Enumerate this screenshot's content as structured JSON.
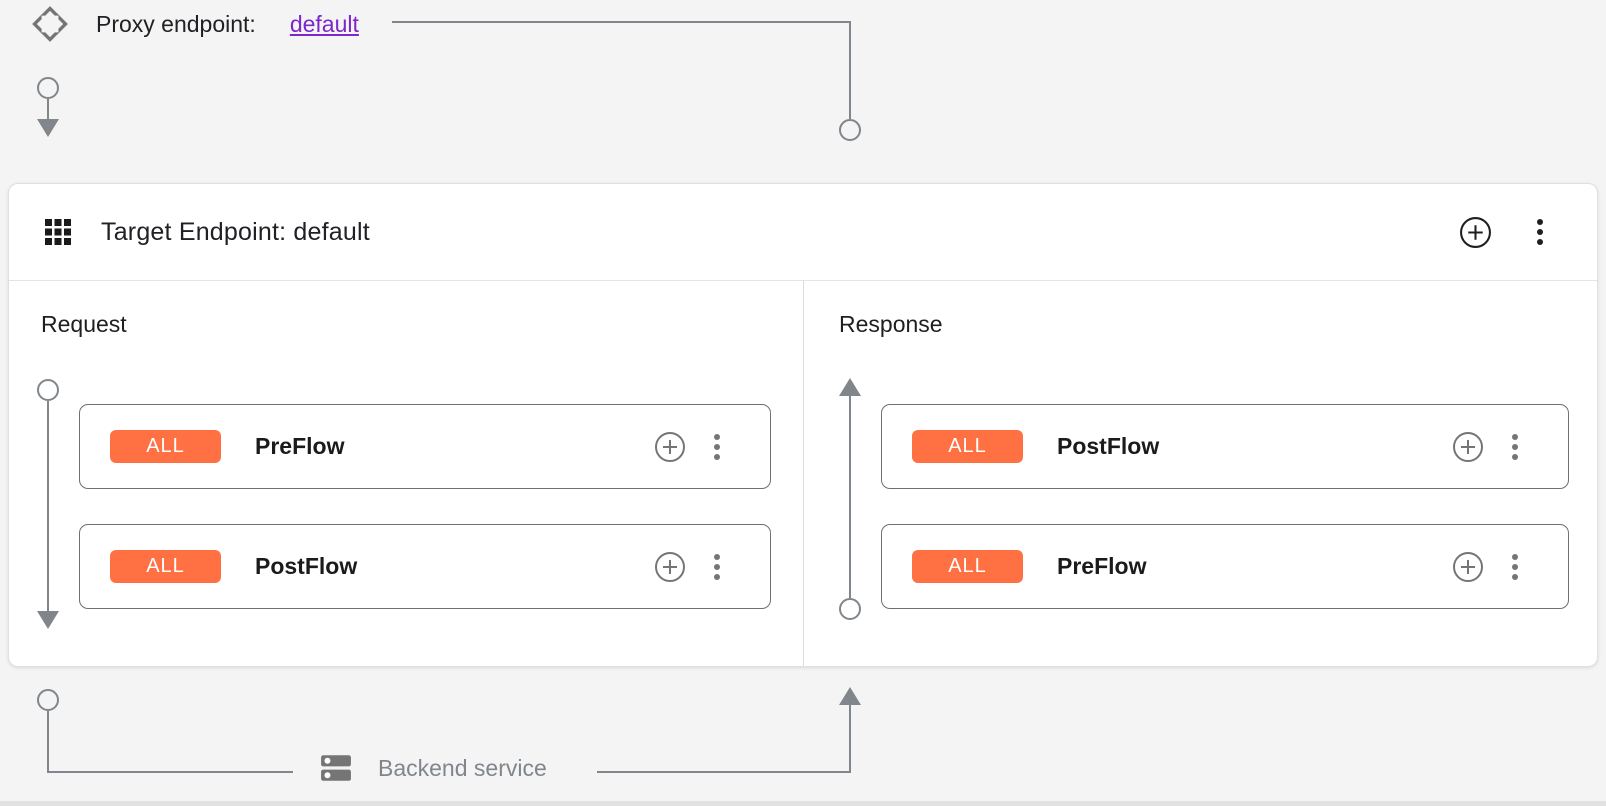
{
  "proxy_endpoint": {
    "label": "Proxy endpoint:",
    "link_text": "default",
    "icon": "move-diamond-icon"
  },
  "target_endpoint": {
    "title": "Target Endpoint: default",
    "icon": "grid-icon",
    "actions": [
      "add-circle-icon",
      "kebab-menu-icon"
    ]
  },
  "request_panel": {
    "title": "Request",
    "flows": [
      {
        "badge": "ALL",
        "label": "PreFlow"
      },
      {
        "badge": "ALL",
        "label": "PostFlow"
      }
    ]
  },
  "response_panel": {
    "title": "Response",
    "flows": [
      {
        "badge": "ALL",
        "label": "PostFlow"
      },
      {
        "badge": "ALL",
        "label": "PreFlow"
      }
    ]
  },
  "backend_service": {
    "label": "Backend service",
    "icon": "dns-server-icon"
  },
  "colors": {
    "badge_orange": "#FF7043",
    "link_purple": "#7b27c9",
    "connector_gray": "#80868b",
    "flow_border_gray": "#6f6f6f",
    "card_background": "#ffffff",
    "page_background": "#f4f4f4"
  }
}
